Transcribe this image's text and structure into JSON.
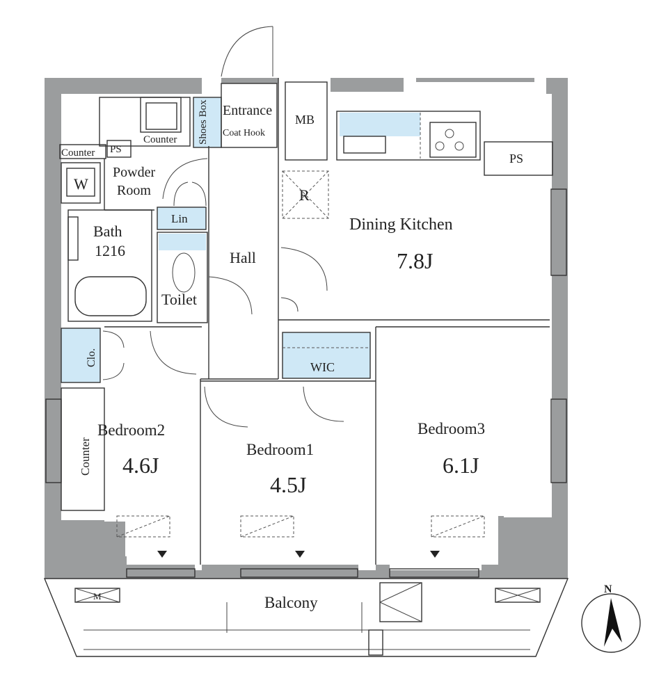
{
  "rooms": {
    "entrance": "Entrance",
    "coat_hook": "Coat Hook",
    "shoes_box": "Shoes Box",
    "mb": "MB",
    "counter_top": "Counter",
    "counter_small": "Counter",
    "ps_left": "PS",
    "ps_right": "PS",
    "washer": "W",
    "powder_room": "Powder Room",
    "lin": "Lin",
    "bath": "Bath",
    "bath_size": "1216",
    "toilet": "Toilet",
    "hall": "Hall",
    "refrigerator": "R",
    "dining_kitchen": "Dining Kitchen",
    "dining_kitchen_size": "7.8J",
    "wic": "WIC",
    "closet": "Clo.",
    "counter_bed2": "Counter",
    "bedroom2": "Bedroom2",
    "bedroom2_size": "4.6J",
    "bedroom1": "Bedroom1",
    "bedroom1_size": "4.5J",
    "bedroom3": "Bedroom3",
    "bedroom3_size": "6.1J",
    "balcony": "Balcony",
    "aircon_mark": "M"
  },
  "compass": {
    "north": "N"
  },
  "colors": {
    "wall": "#9b9d9e",
    "storage": "#cfe8f6",
    "line": "#333333"
  }
}
